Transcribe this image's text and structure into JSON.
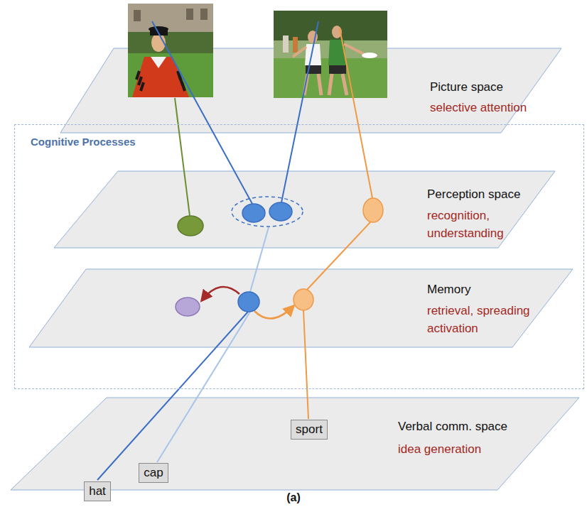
{
  "diagram": {
    "caption": "(a)",
    "nodes": [
      {
        "text": [
          "Picture space",
          "selective attention"
        ]
      },
      {
        "text": [
          "Cognitive Processes"
        ]
      },
      {
        "text": [
          "Perception space",
          "recognition, understanding"
        ],
        "in": 1
      },
      {
        "text": [
          "Memory",
          "retrieval, spreading activation"
        ],
        "in": 1
      },
      {
        "text": [
          "Verbal comm. space",
          "idea generation"
        ]
      },
      {
        "text": [
          "hat"
        ],
        "in": 4
      },
      {
        "text": [
          "cap"
        ],
        "in": 4
      },
      {
        "text": [
          "sport"
        ],
        "in": 4
      }
    ]
  }
}
